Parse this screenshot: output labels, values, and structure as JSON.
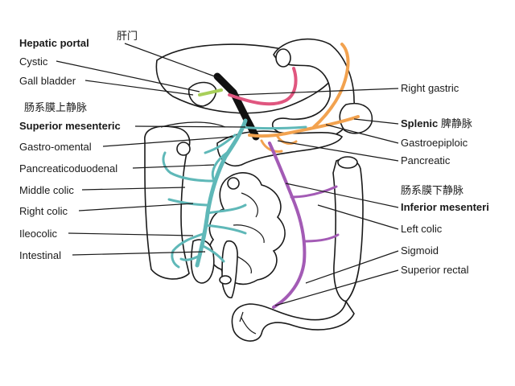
{
  "colors": {
    "superior_mesenteric": "#5fb8b8",
    "splenic": "#f2a24f",
    "inferior_mesenteric": "#a35bb5",
    "gastric": "#e0567f",
    "cystic": "#a8cf5a",
    "portal": "#111111"
  },
  "labels_left": {
    "hepatic_portal_cn": "肝门",
    "hepatic_portal": "Hepatic portal",
    "cystic": "Cystic",
    "gall_bladder": "Gall bladder",
    "superior_mesenteric_cn": "肠系膜上静脉",
    "superior_mesenteric": "Superior mesenteric",
    "gastro_omental": "Gastro-omental",
    "pancreaticoduodenal": "Pancreaticoduodenal",
    "middle_colic": "Middle colic",
    "right_colic": "Right colic",
    "ileocolic": "Ileocolic",
    "intestinal": "Intestinal"
  },
  "labels_right": {
    "right_gastric": "Right gastric",
    "splenic": "Splenic",
    "splenic_cn": "脾静脉",
    "gastroepiploic": "Gastroepiploic",
    "pancreatic": "Pancreatic",
    "inferior_mesenteric_cn": "肠系膜下静脉",
    "inferior_mesenteric": "Inferior mesenteri",
    "left_colic": "Left colic",
    "sigmoid": "Sigmoid",
    "superior_rectal": "Superior rectal"
  }
}
